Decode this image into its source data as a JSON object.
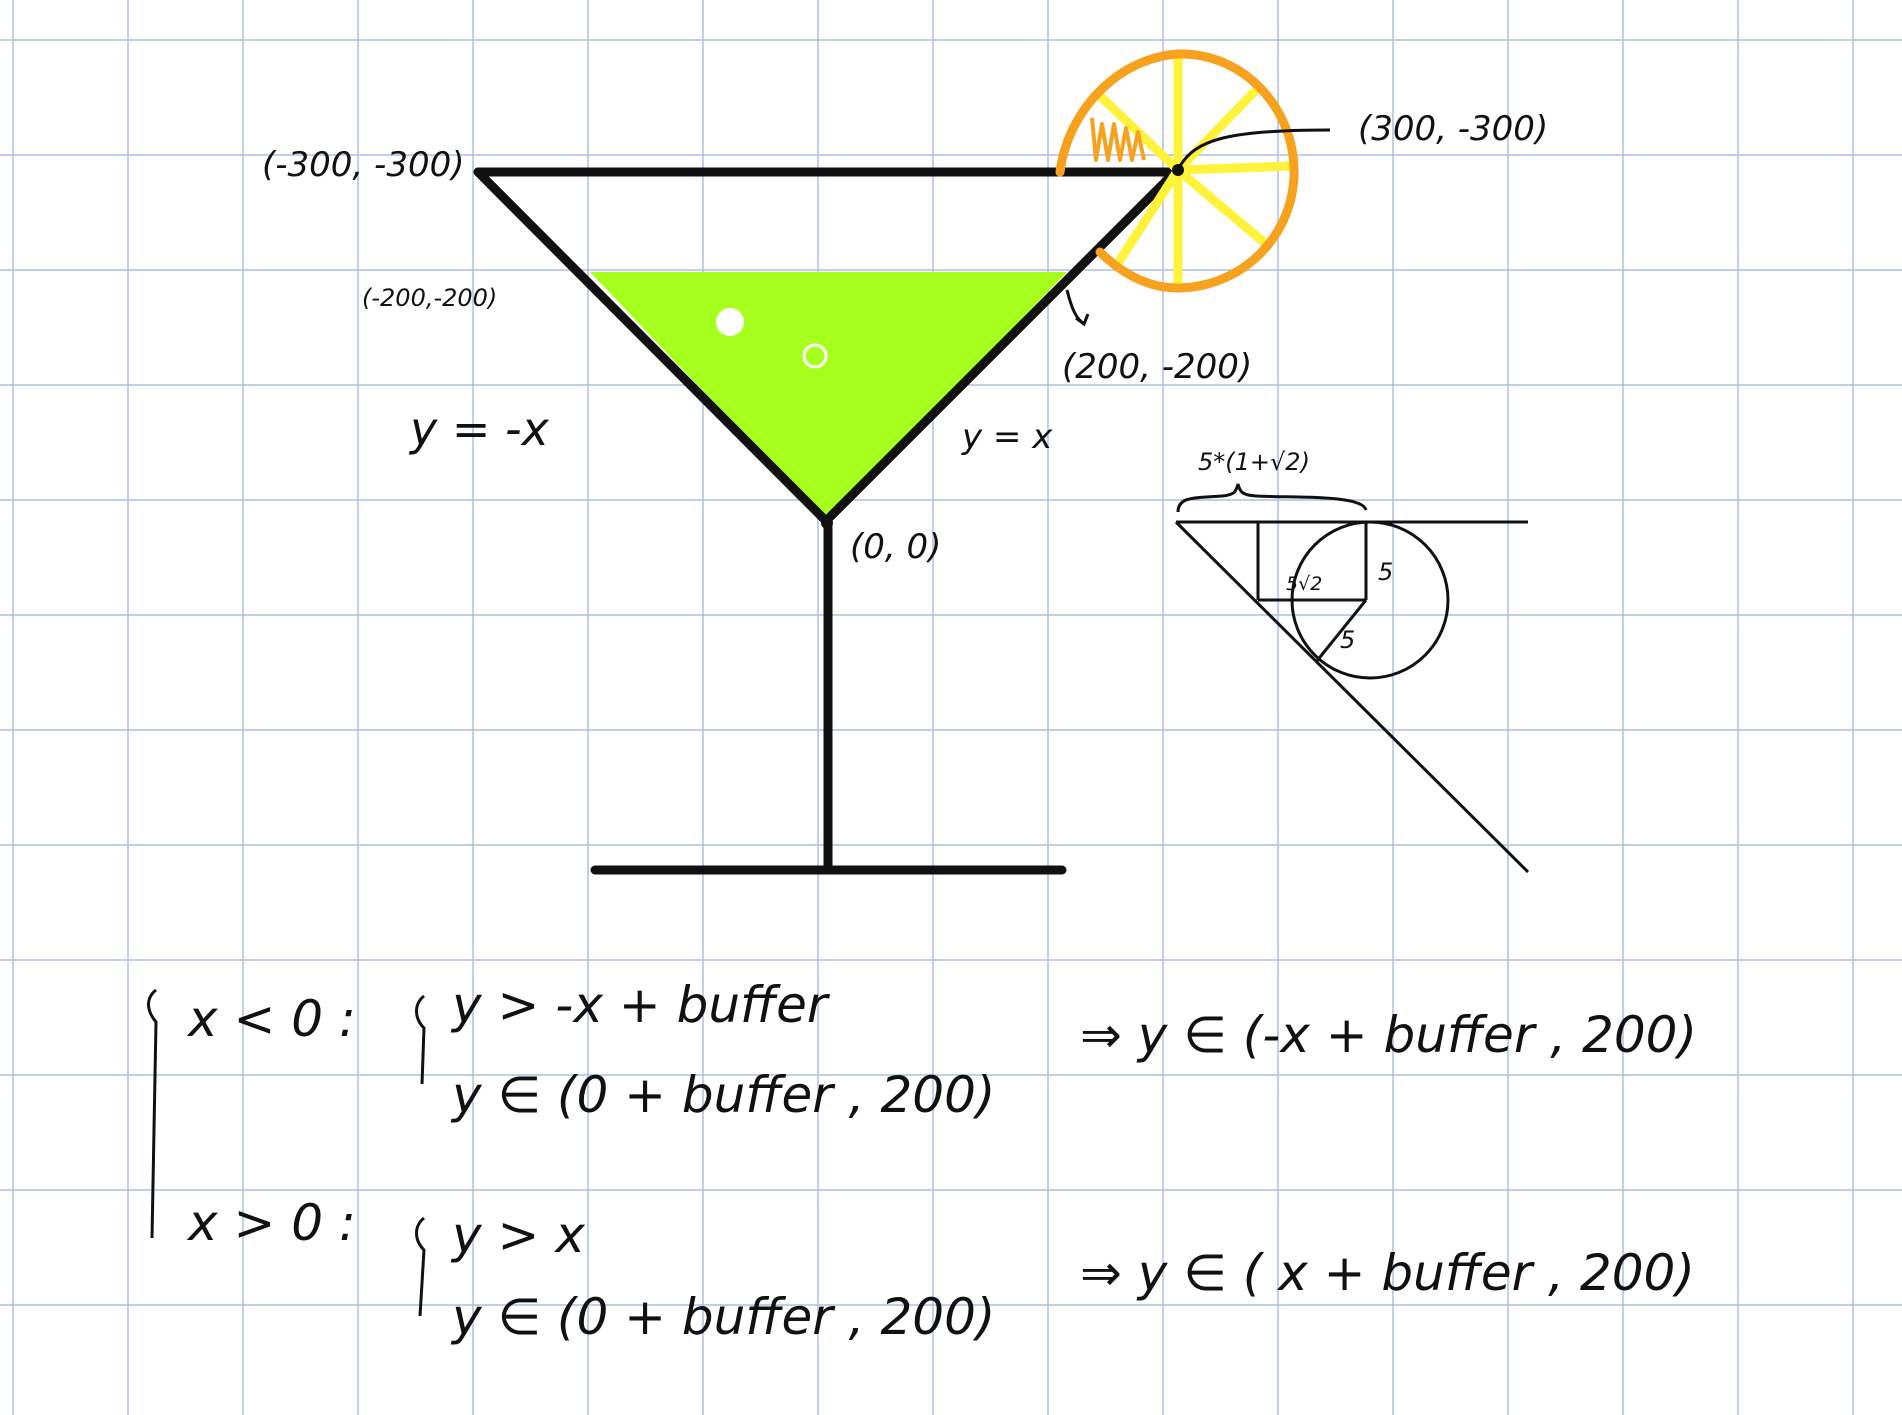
{
  "colors": {
    "grid": "#aebfe0",
    "ink": "#111111",
    "liquid": "#a6ff1c",
    "orange_peel": "#f7a21e",
    "orange_segments": "#fff23a",
    "paper": "#ffffff"
  },
  "labels": {
    "top_left": "(-300, -300)",
    "top_right": "(300, -300)",
    "liquid_left": "(-200,-200)",
    "liquid_right": "(200, -200)",
    "origin": "(0, 0)",
    "line_left": "y = -x",
    "line_right": "y = x"
  },
  "inset": {
    "width_label": "5*(1+√2)",
    "label_5sqrt2": "5√2",
    "label_radius_side": "5",
    "label_radius_diag": "5"
  },
  "equations": {
    "case1_condition": "x < 0 :",
    "case1_line1": "y > -x + buffer",
    "case1_line2": "y ∈ (0 + buffer , 200)",
    "case1_result": "⇒ y ∈ (-x + buffer , 200)",
    "case2_condition": "x > 0 :",
    "case2_line1": "y > x",
    "case2_line2": "y ∈ (0 + buffer , 200)",
    "case2_result": "⇒ y ∈ ( x + buffer , 200)"
  }
}
